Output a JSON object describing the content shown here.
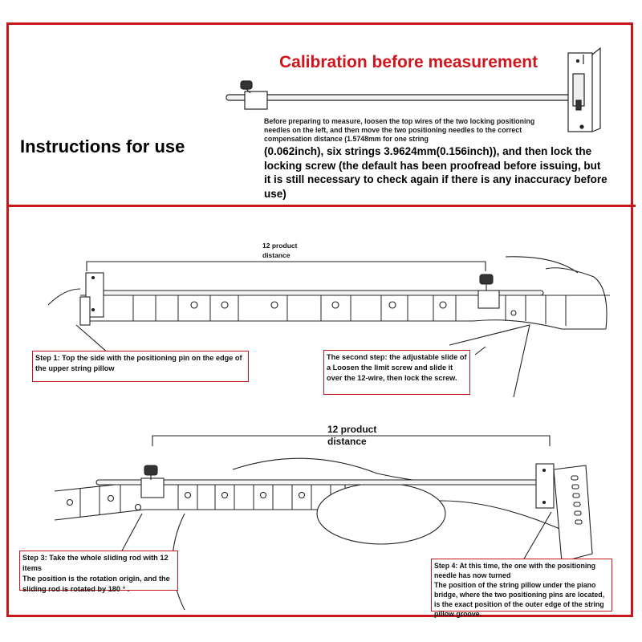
{
  "heading": {
    "calibration_title": "Calibration before measurement",
    "instructions_title": "Instructions for use"
  },
  "intro": {
    "small_text": "Before preparing to measure, loosen the top wires of the two locking positioning needles on the left, and then move the two positioning needles to the correct compensation distance (1.5748mm for one string",
    "big_text": "(0.062inch), six strings 3.9624mm(0.156inch)), and then lock the locking screw (the default has been proofread before issuing, but it is still necessary to check again if there is any inaccuracy before use)"
  },
  "diagram1": {
    "distance_label": "12 product distance",
    "step1": "Step 1: Top the side with the positioning pin on the edge of the upper string pillow",
    "step2": "The second step: the adjustable slide of a Loosen the limit screw and slide it over the 12-wire, then lock the screw."
  },
  "diagram2": {
    "distance_label": "12 product distance",
    "step3_line1": "Step 3: Take the whole sliding rod with 12 items",
    "step3_line2": "The position is the rotation origin, and the sliding rod is rotated by 180 ° .",
    "step4_line1": "Step 4: At this time, the one with the positioning needle has now turned",
    "step4_line2": "The position of the string pillow under the piano bridge, where the two positioning pins are located, is the exact position of the outer edge of the string pillow groove."
  },
  "colors": {
    "accent_red": "#c8161d",
    "title_red": "#d0151c"
  }
}
